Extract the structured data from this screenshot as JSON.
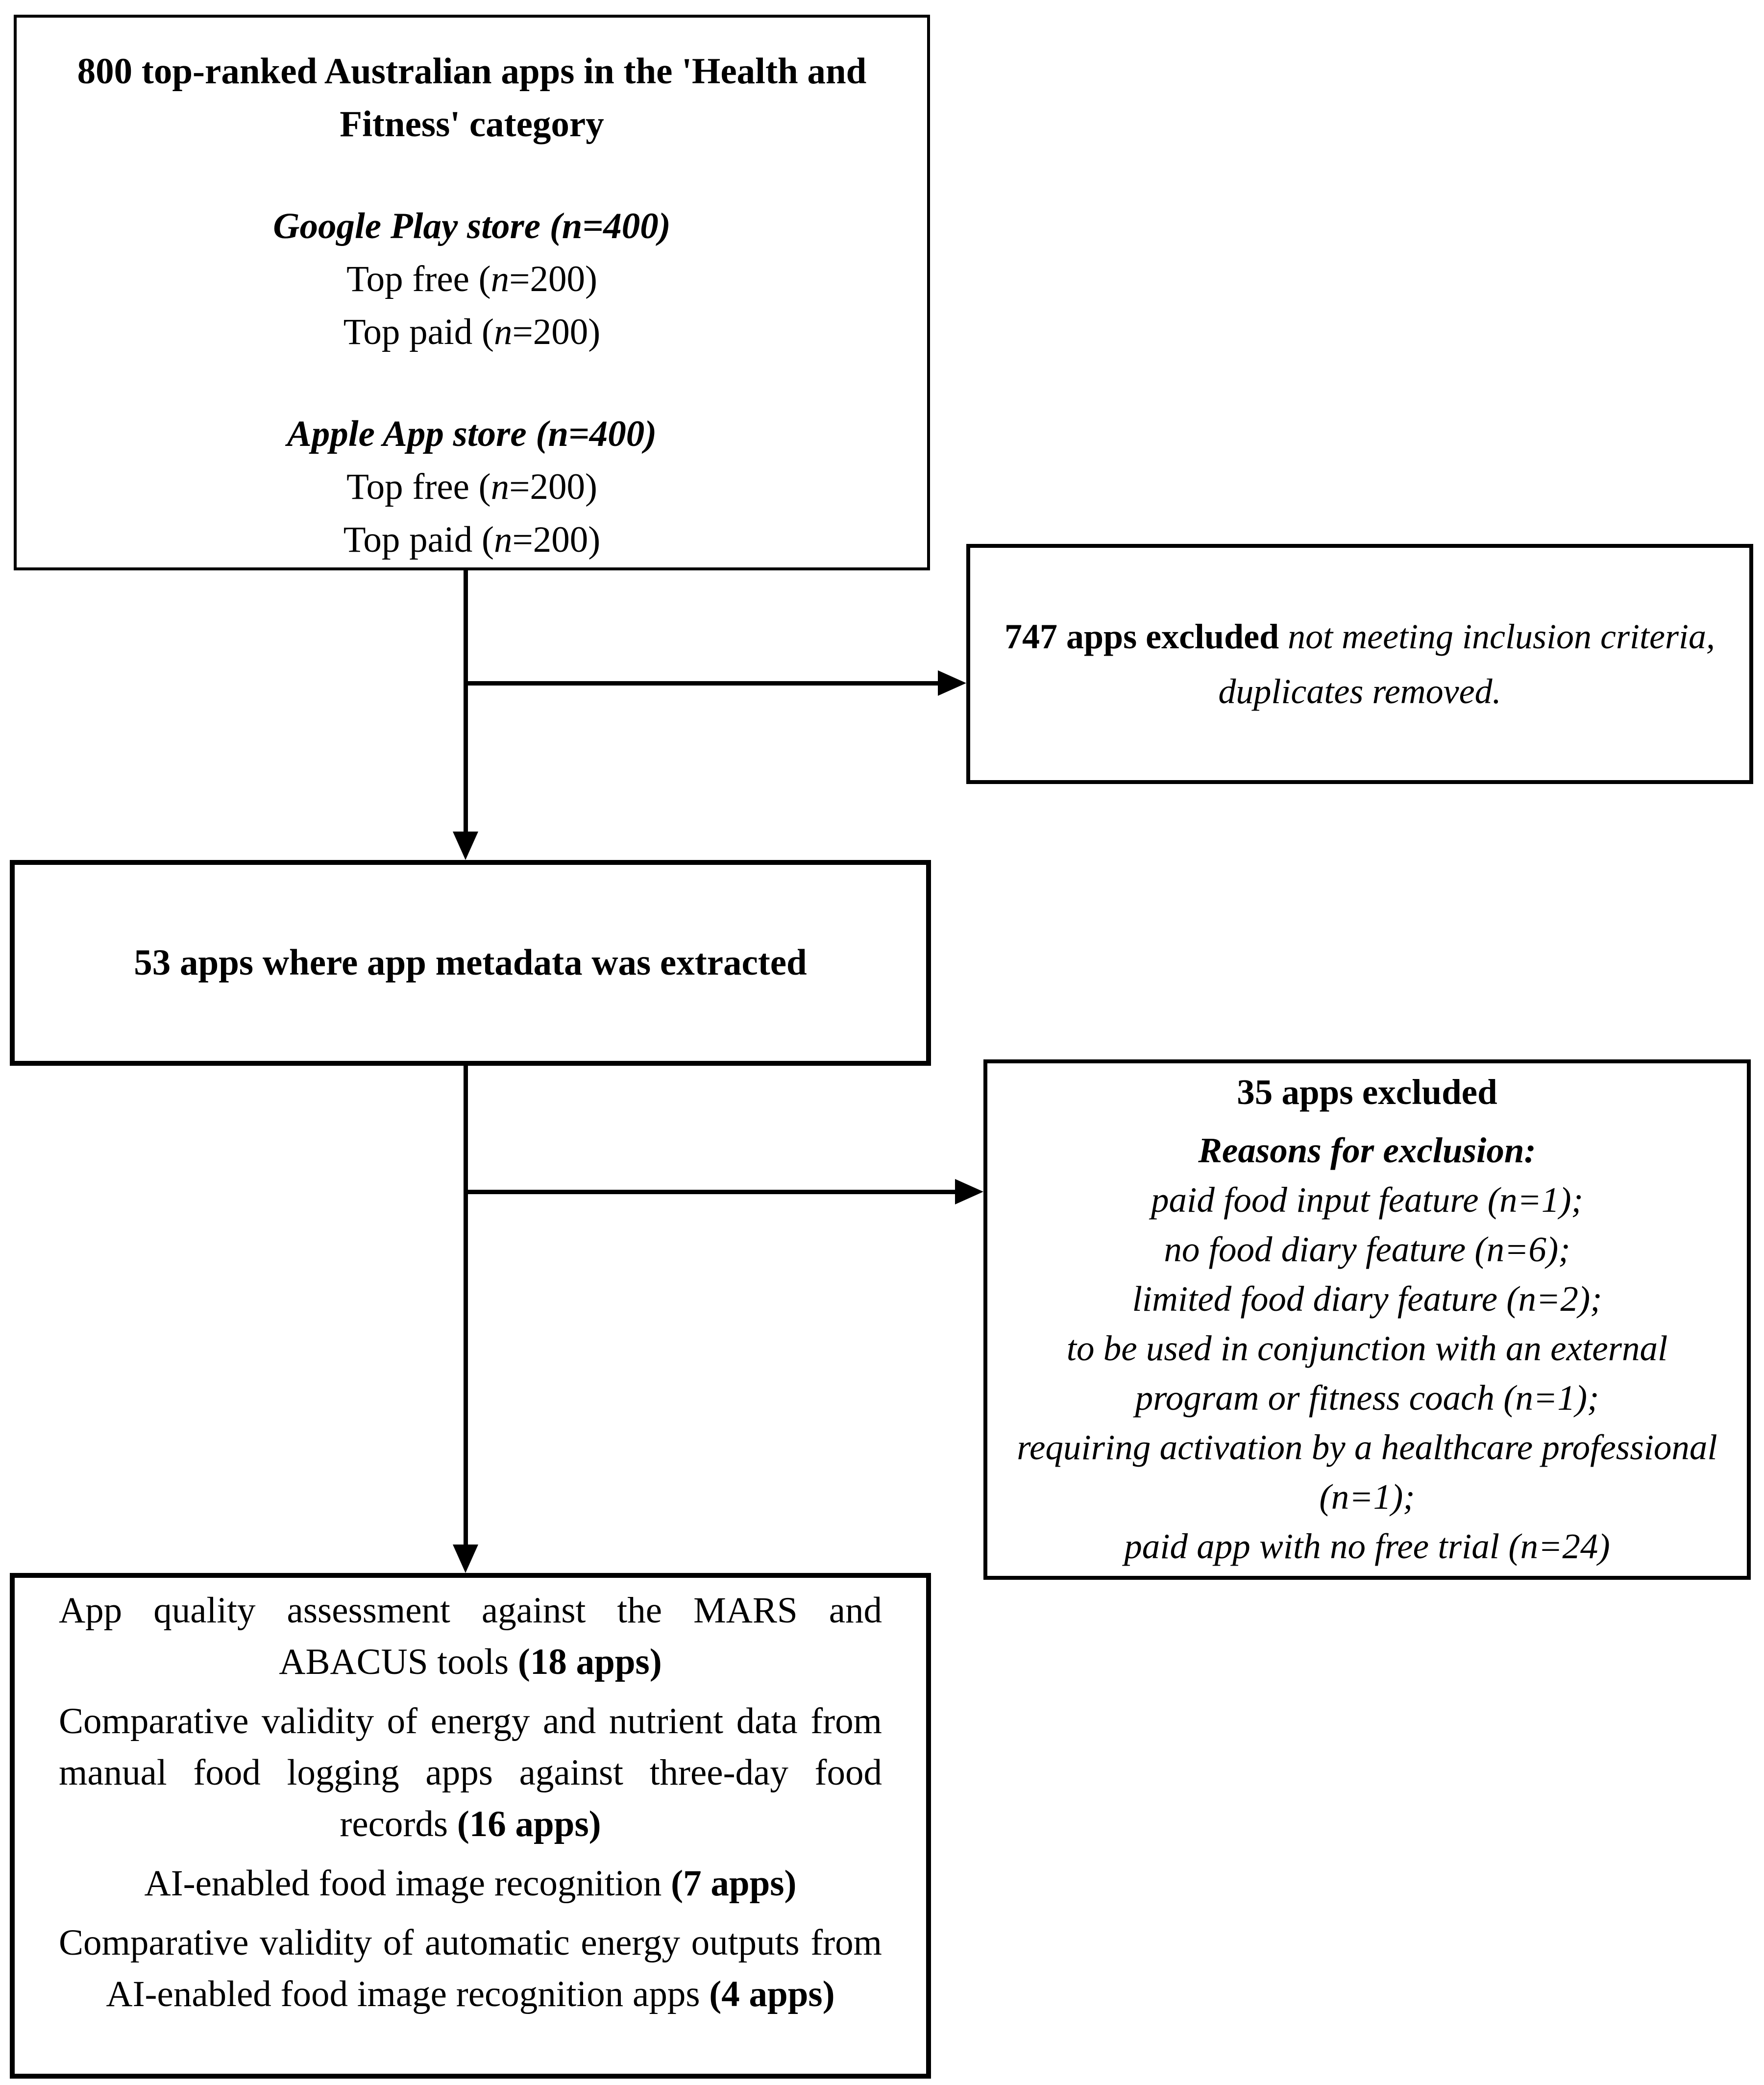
{
  "flowchart": {
    "source_box": {
      "title": "800 top-ranked Australian apps in the 'Health and Fitness' category",
      "google": {
        "header": "Google Play store (n=400)",
        "items": [
          [
            {
              "t": "Top free ("
            },
            {
              "t": "n",
              "i": true
            },
            {
              "t": "=200)"
            }
          ],
          [
            {
              "t": "Top paid ("
            },
            {
              "t": "n",
              "i": true
            },
            {
              "t": "=200)"
            }
          ]
        ]
      },
      "apple": {
        "header": "Apple App store (n=400)",
        "items": [
          [
            {
              "t": "Top free ("
            },
            {
              "t": "n",
              "i": true
            },
            {
              "t": "=200)"
            }
          ],
          [
            {
              "t": "Top paid ("
            },
            {
              "t": "n",
              "i": true
            },
            {
              "t": "=200)"
            }
          ]
        ]
      }
    },
    "excluded_747_box": {
      "segments": [
        {
          "t": "747 apps excluded",
          "b": true
        },
        {
          "t": " not meeting inclusion criteria, duplicates removed.",
          "i": true
        }
      ]
    },
    "metadata_box": {
      "text": "53 apps where app metadata was extracted"
    },
    "excluded_35_box": {
      "title": "35 apps excluded",
      "reasons_header": "Reasons for exclusion:",
      "reasons": [
        "paid food input feature (n=1);",
        "no food diary feature (n=6);",
        "limited food diary feature (n=2);",
        "to be used in conjunction with an external program or fitness coach (n=1);",
        "requiring activation by a healthcare professional (n=1);",
        "paid app with no free trial (n=24)"
      ]
    },
    "outcomes_box": {
      "paragraphs": [
        [
          {
            "t": "App quality assessment against the MARS and ABACUS tools "
          },
          {
            "t": "(18 apps)",
            "b": true
          }
        ],
        [
          {
            "t": "Comparative validity of energy and nutrient data from manual food logging apps against three-day food records "
          },
          {
            "t": "(16 apps)",
            "b": true
          }
        ],
        [
          {
            "t": "AI-enabled food image recognition "
          },
          {
            "t": "(7 apps)",
            "b": true
          }
        ],
        [
          {
            "t": "Comparative validity of automatic energy outputs from AI-enabled food image recognition apps "
          },
          {
            "t": "(4 apps)",
            "b": true
          }
        ]
      ]
    }
  }
}
